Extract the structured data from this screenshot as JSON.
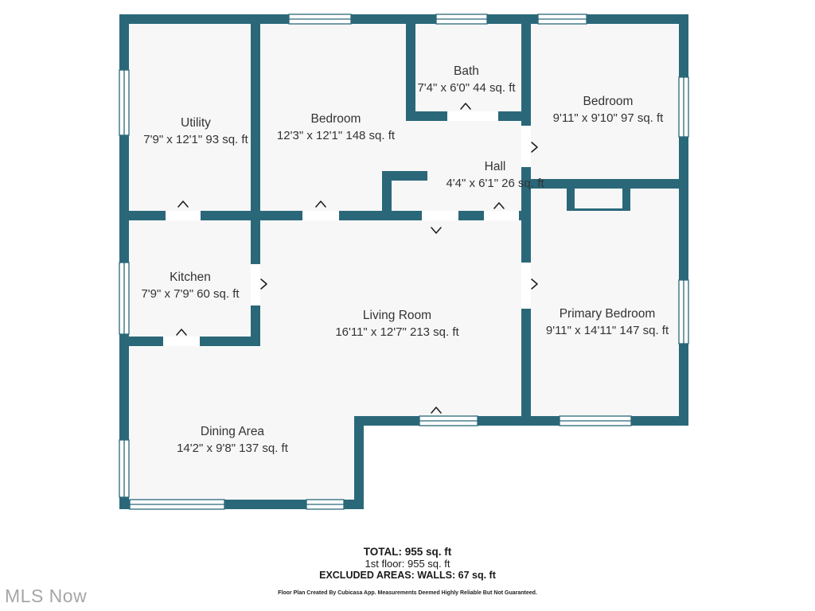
{
  "plan": {
    "rooms": [
      {
        "id": "utility",
        "name": "Utility",
        "dims": "7'9\" x 12'1\" 93 sq. ft"
      },
      {
        "id": "bedroom-top",
        "name": "Bedroom",
        "dims": "12'3\" x 12'1\" 148 sq. ft"
      },
      {
        "id": "bath",
        "name": "Bath",
        "dims": "7'4\" x 6'0\" 44 sq. ft"
      },
      {
        "id": "bedroom-right",
        "name": "Bedroom",
        "dims": "9'11\" x 9'10\" 97 sq. ft"
      },
      {
        "id": "hall",
        "name": "Hall",
        "dims": "4'4\" x 6'1\" 26 sq. ft"
      },
      {
        "id": "kitchen",
        "name": "Kitchen",
        "dims": "7'9\" x 7'9\" 60 sq. ft"
      },
      {
        "id": "living-room",
        "name": "Living Room",
        "dims": "16'11\" x 12'7\" 213 sq. ft"
      },
      {
        "id": "primary-bedroom",
        "name": "Primary Bedroom",
        "dims": "9'11\" x 14'11\" 147 sq. ft"
      },
      {
        "id": "dining-area",
        "name": "Dining Area",
        "dims": "14'2\" x 9'8\" 137 sq. ft"
      }
    ]
  },
  "summary": {
    "total": "TOTAL: 955 sq. ft",
    "first_floor": "1st floor: 955 sq. ft",
    "excluded": "EXCLUDED AREAS: WALLS: 67 sq. ft",
    "disclaimer": "Floor Plan Created By Cubicasa App. Measurements Deemed Highly Reliable But Not Guaranteed."
  },
  "watermark": "MLS Now",
  "colors": {
    "wall": "#2a6879",
    "floor": "#f7f7f7",
    "text": "#333333",
    "watermark": "#a6a6a6"
  }
}
